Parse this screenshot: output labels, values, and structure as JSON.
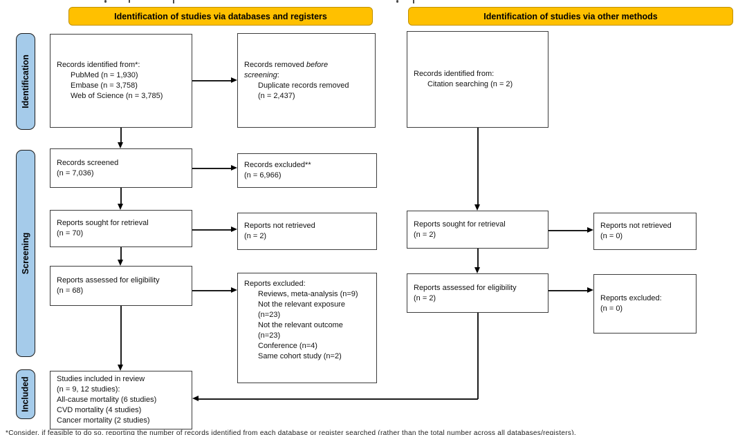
{
  "headers": {
    "left": "Identification of studies via databases and registers",
    "right": "Identification of studies via other methods"
  },
  "stages": [
    "Identification",
    "Screening",
    "Included"
  ],
  "colors": {
    "header_bg": "#FFC000",
    "header_border": "#BF9000",
    "stage_bg": "#A5CBEA",
    "stage_border": "#1a1a1a",
    "box_border": "#3b3b3b"
  },
  "boxes": {
    "db_identified": {
      "title": "Records identified from*:",
      "items": [
        "PubMed (n = 1,930)",
        "Embase (n = 3,758)",
        "Web of Science (n = 3,785)"
      ]
    },
    "removed": {
      "title_pre": "Records removed ",
      "title_italic_1": "before",
      "title_italic_2": "screening",
      "title_colon": ":",
      "items": [
        "Duplicate records removed",
        "(n = 2,437)"
      ]
    },
    "screened": {
      "lines": [
        "Records screened",
        "(n = 7,036)"
      ]
    },
    "records_excluded": {
      "lines": [
        "Records excluded**",
        "(n = 6,966)"
      ]
    },
    "sought": {
      "lines": [
        "Reports sought for retrieval",
        "(n = 70)"
      ]
    },
    "not_retrieved": {
      "lines": [
        "Reports not retrieved",
        "(n = 2)"
      ]
    },
    "assessed": {
      "lines": [
        "Reports assessed for eligibility",
        "(n = 68)"
      ]
    },
    "reports_excluded": {
      "title": "Reports excluded:",
      "items": [
        "Reviews, meta-analysis (n=9)",
        "Not the relevant exposure",
        "(n=23)",
        "Not the relevant outcome",
        "(n=23)",
        "Conference (n=4)",
        "Same cohort study (n=2)"
      ]
    },
    "included": {
      "lines": [
        "Studies included in review",
        "(n = 9, 12 studies):",
        "All-cause mortality (6 studies)",
        "CVD mortality (4 studies)",
        "Cancer mortality (2 studies)"
      ]
    },
    "other_identified": {
      "title": "Records identified from:",
      "items": [
        "Citation searching (n = 2)"
      ]
    },
    "other_sought": {
      "lines": [
        "Reports sought for retrieval",
        "(n = 2)"
      ]
    },
    "other_not_retrieved": {
      "lines": [
        "Reports not retrieved",
        "(n = 0)"
      ]
    },
    "other_assessed": {
      "lines": [
        "Reports assessed for eligibility",
        "(n = 2)"
      ]
    },
    "other_excluded": {
      "lines": [
        "Reports excluded:",
        "(n = 0)"
      ]
    }
  },
  "footnote": "*Consider, if feasible to do so, reporting the number of records identified from each database or register searched (rather than the total number across all databases/registers)."
}
